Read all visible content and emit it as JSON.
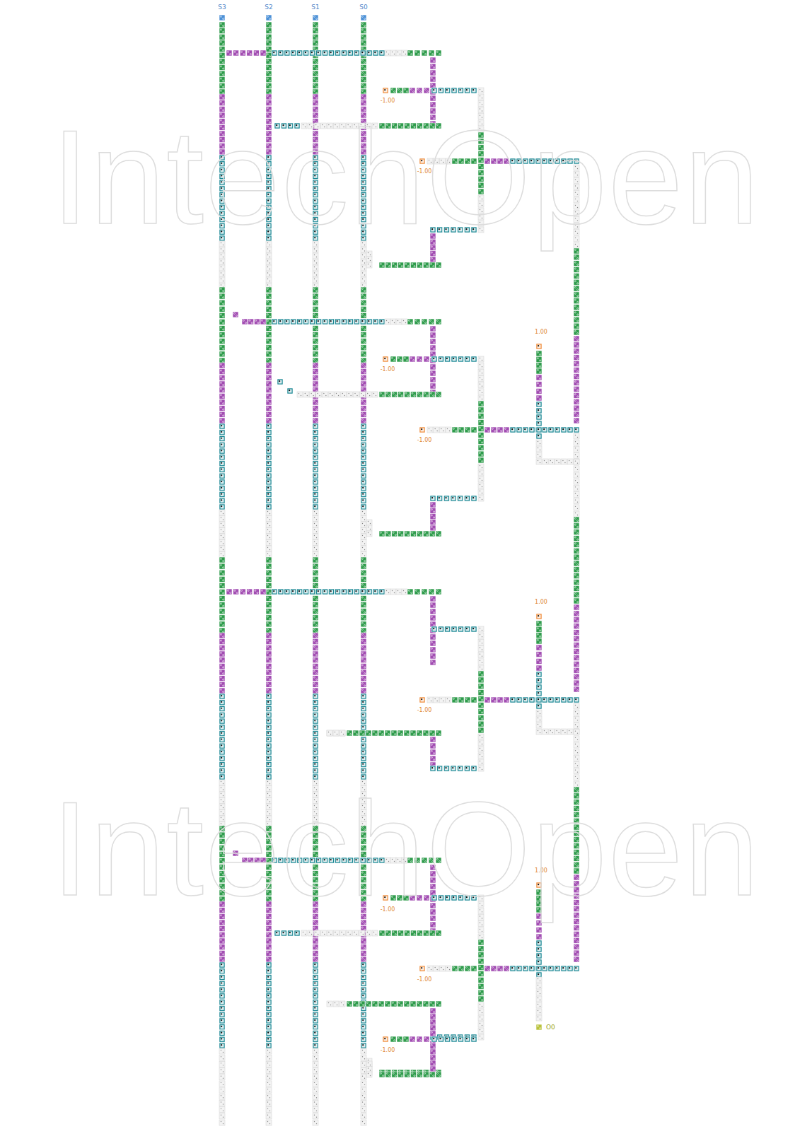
{
  "diagram": {
    "labels": [
      "S3",
      "S2",
      "S1",
      "S0",
      "-1.00",
      "-1.00",
      "1.00",
      "-1.00",
      "-1.00",
      "1.00",
      "-1.00",
      "1.00",
      "-1.00",
      "-1.00",
      "O0",
      "-1.00",
      "IntechOpen",
      "IntechOpen"
    ]
  }
}
